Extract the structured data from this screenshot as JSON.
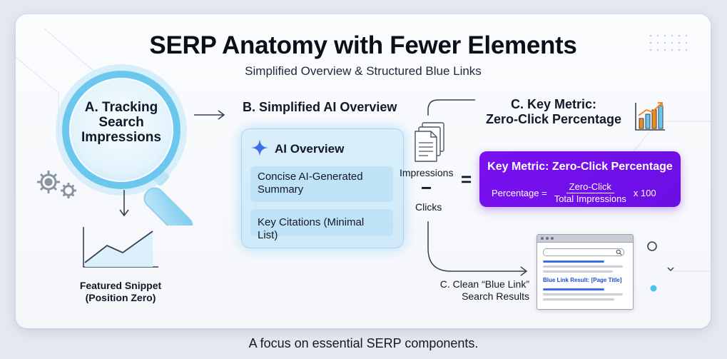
{
  "title": "SERP Anatomy with Fewer Elements",
  "subtitle": "Simplified Overview & Structured Blue Links",
  "tracking": {
    "label_line1": "A. Tracking",
    "label_line2": "Search",
    "label_line3": "Impressions"
  },
  "featured": {
    "line1": "Featured Snippet",
    "line2": "(Position Zero)"
  },
  "overview": {
    "heading": "B. Simplified AI Overview",
    "panel_title": "AI Overview",
    "item1_line1": "Concise AI-Generated",
    "item1_line2": "Summary",
    "item2": "Key Citations (Minimal List)"
  },
  "calc": {
    "impressions": "Impressions",
    "minus": "−",
    "clicks": "Clicks",
    "equals": "="
  },
  "metric": {
    "heading_line1": "C. Key Metric:",
    "heading_line2": "Zero-Click Percentage",
    "box_title": "Key Metric: Zero-Click Percentage",
    "formula_prefix": "Percentage =",
    "numerator": "Zero-Click",
    "denominator": "Total Impressions",
    "multiplier": "x 100"
  },
  "results": {
    "label_line1": "C. Clean “Blue Link”",
    "label_line2": "Search Results",
    "browser_link": "Blue Link Result: [Page Title]"
  },
  "caption": "A focus on essential SERP components.",
  "icons": [
    "magnifier-icon",
    "gear-icon",
    "sparkle-icon",
    "documents-icon",
    "bar-chart-icon",
    "line-chart-icon",
    "search-icon",
    "chevron-down-icon"
  ],
  "colors": {
    "accent_purple": "#7a10f0",
    "lens_blue": "#6cc7ef",
    "panel_blue": "#d3ecf9",
    "link_blue": "#1d4ed8",
    "chart_orange": "#f08a24"
  }
}
